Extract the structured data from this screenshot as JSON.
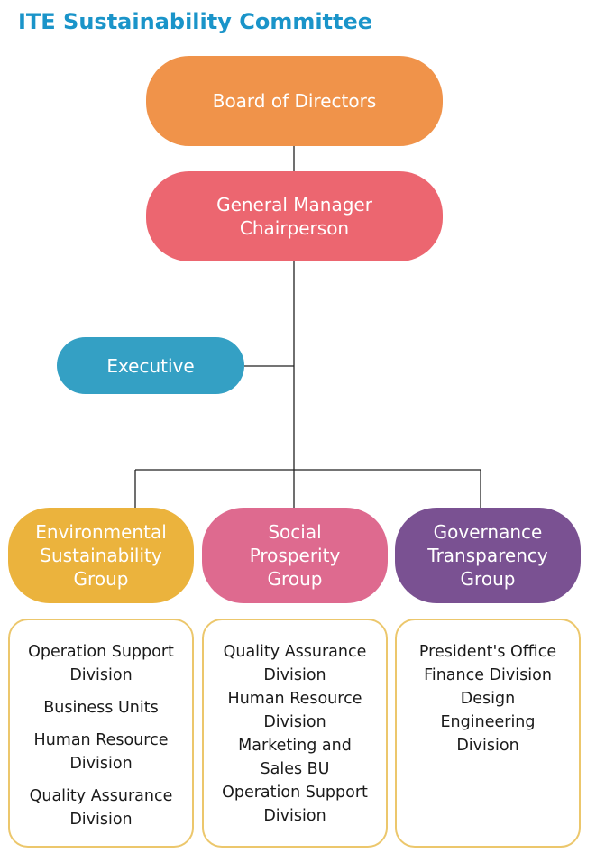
{
  "title": "ITE Sustainability Committee",
  "colors": {
    "title": "#1a94c9",
    "board": "#f0934a",
    "general_manager": "#ec6670",
    "executive": "#34a0c4",
    "environmental": "#ebb33d",
    "social": "#de6a8f",
    "governance": "#7a5192",
    "box_border": "#ecc76c",
    "connector": "#222222"
  },
  "board": {
    "lines": [
      "Board of Directors"
    ]
  },
  "general_manager": {
    "lines": [
      "General Manager",
      "Chairperson"
    ]
  },
  "executive": {
    "lines": [
      "Executive"
    ]
  },
  "groups": [
    {
      "lines": [
        "Environmental",
        "Sustainability",
        "Group"
      ],
      "items": [
        [
          "Operation Support",
          "Division"
        ],
        [
          "Business Units"
        ],
        [
          "Human Resource",
          "Division"
        ],
        [
          "Quality Assurance",
          "Division"
        ]
      ]
    },
    {
      "lines": [
        "Social",
        "Prosperity",
        "Group"
      ],
      "items": [
        [
          "Quality Assurance",
          "Division"
        ],
        [
          "Human Resource",
          "Division"
        ],
        [
          "Marketing and",
          "Sales BU"
        ],
        [
          "Operation Support",
          "Division"
        ]
      ]
    },
    {
      "lines": [
        "Governance",
        "Transparency",
        "Group"
      ],
      "items": [
        [
          "President's Office"
        ],
        [
          "Finance Division"
        ],
        [
          "Design",
          "Engineering",
          "Division"
        ]
      ]
    }
  ]
}
